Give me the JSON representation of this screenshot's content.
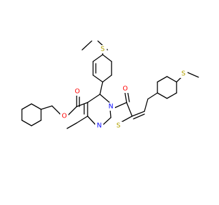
{
  "molecule": {
    "colors": {
      "bond": "#000000",
      "O": "#ff0000",
      "N": "#0000ff",
      "S": "#b3a200"
    },
    "atoms": {
      "S_top": "S",
      "S_right": "S",
      "O_ketone": "O",
      "O_ester_carbonyl": "O",
      "O_ester": "O",
      "N_ring": "N",
      "N_imine": "N",
      "S_ring": "S"
    }
  }
}
